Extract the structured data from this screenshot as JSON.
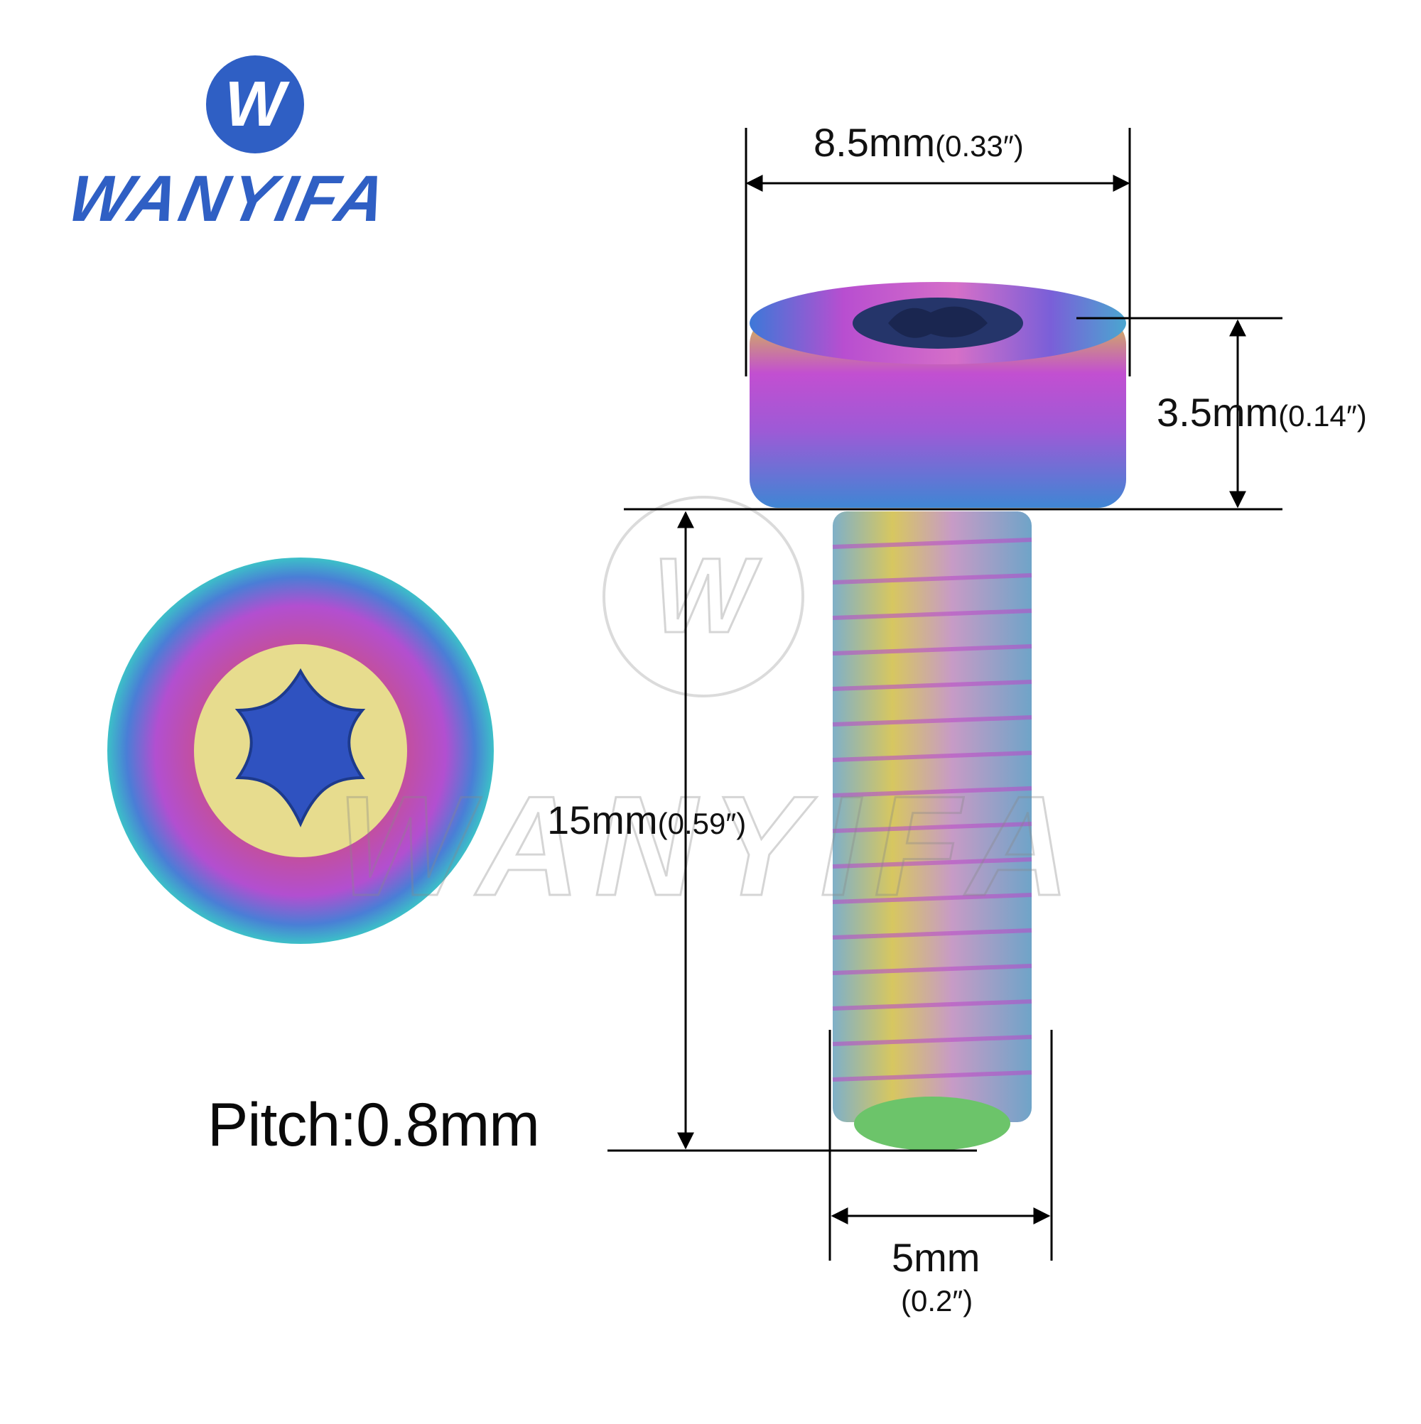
{
  "brand": {
    "name": "WANYIFA",
    "badge_letter": "W",
    "color": "#2f5fc4"
  },
  "dimensions": {
    "head_width_mm": "8.5mm",
    "head_width_in": "(0.33″)",
    "head_height_mm": "3.5mm",
    "head_height_in": "(0.14″)",
    "length_mm": "15mm",
    "length_in": "(0.59″)",
    "thread_diameter_mm": "5mm",
    "thread_diameter_in": "(0.2″)"
  },
  "pitch_label": "Pitch:0.8mm",
  "product": {
    "type": "torx-head-screw",
    "finish_colors": [
      "#3b6fd6",
      "#c34bd6",
      "#d9c64a",
      "#49b8c9"
    ]
  }
}
